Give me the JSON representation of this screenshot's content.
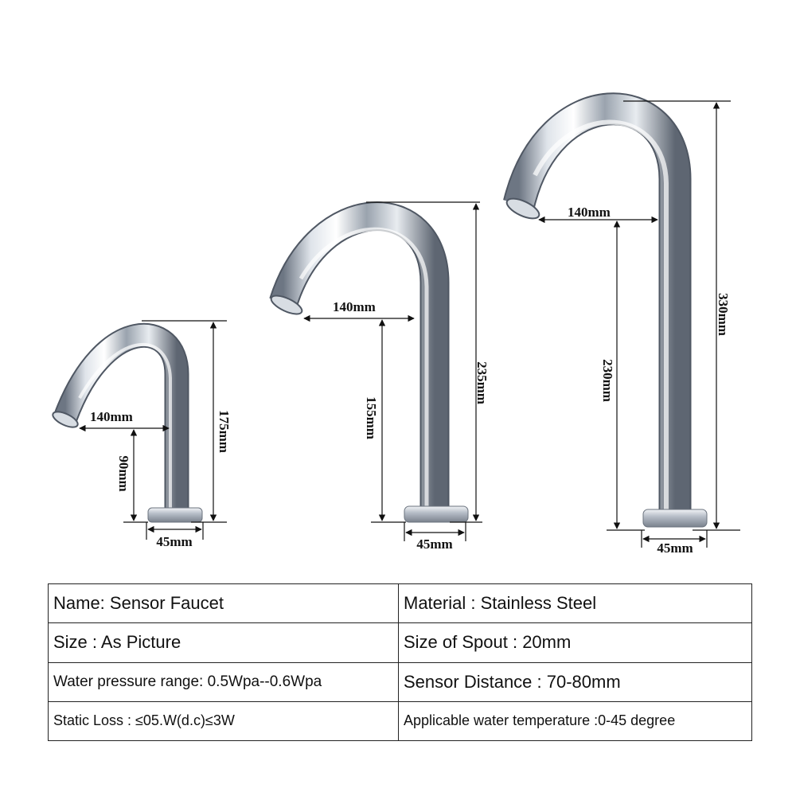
{
  "faucets": [
    {
      "name": "small",
      "dims": {
        "spout_reach": "140mm",
        "spout_height": "90mm",
        "total_height": "175mm",
        "base": "45mm"
      }
    },
    {
      "name": "medium",
      "dims": {
        "spout_reach": "140mm",
        "spout_height": "155mm",
        "total_height": "235mm",
        "base": "45mm"
      }
    },
    {
      "name": "large",
      "dims": {
        "spout_reach": "140mm",
        "spout_height": "230mm",
        "total_height": "330mm",
        "base": "45mm"
      }
    }
  ],
  "specs": {
    "name": "Name: Sensor Faucet",
    "material": "Material : Stainless Steel",
    "size": "Size : As Picture",
    "spout_size": "Size of Spout : 20mm",
    "water_pressure": "Water pressure range: 0.5Wpa--0.6Wpa",
    "sensor_distance": "Sensor Distance : 70-80mm",
    "static_loss": "Static Loss : ≤05.W(d.c)≤3W",
    "water_temperature": "Applicable water temperature :0-45 degree"
  }
}
